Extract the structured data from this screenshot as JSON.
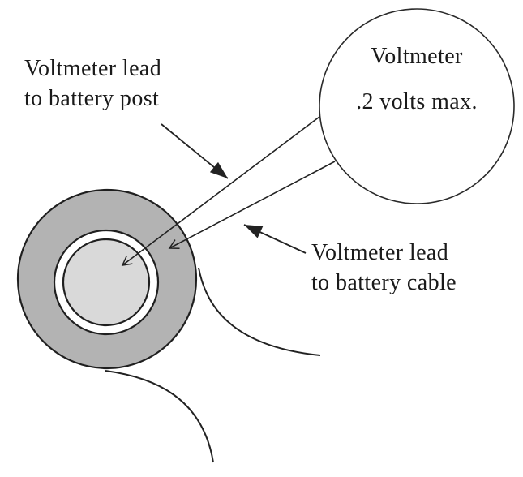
{
  "diagram": {
    "voltmeter": {
      "title": "Voltmeter",
      "reading": ".2 volts max."
    },
    "labels": {
      "post_lead": {
        "line1": "Voltmeter lead",
        "line2": "to battery post"
      },
      "cable_lead": {
        "line1": "Voltmeter lead",
        "line2": "to battery cable"
      }
    },
    "colors": {
      "background": "#ffffff",
      "clamp_fill": "#b3b3b3",
      "washer_fill": "#ffffff",
      "post_fill": "#d9d9d9",
      "voltmeter_fill": "#ffffff",
      "line": "#222222",
      "text": "#1a1a1a"
    }
  }
}
